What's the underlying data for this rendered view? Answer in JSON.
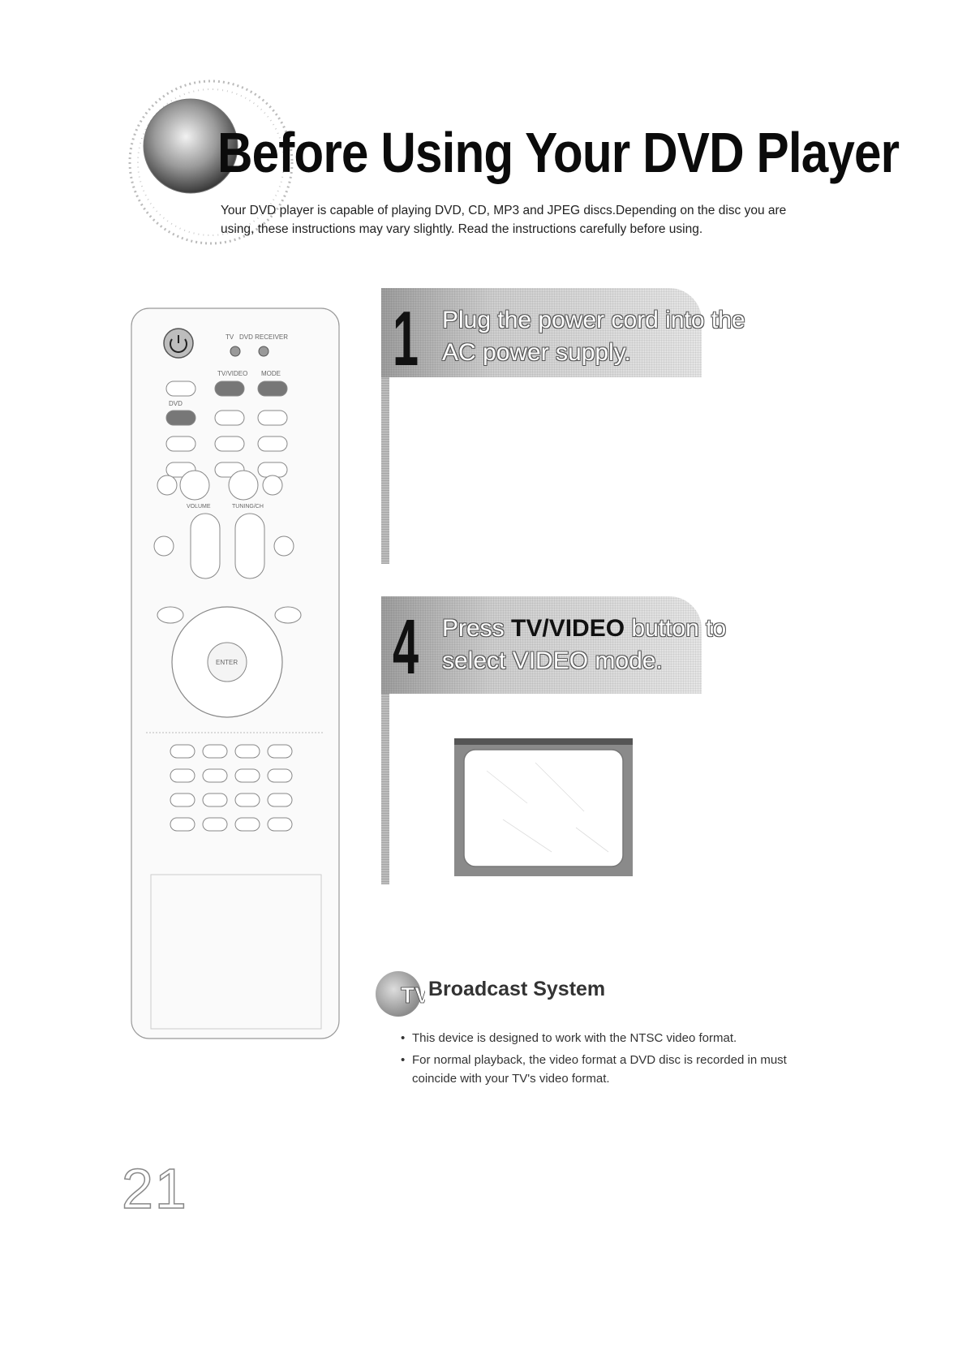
{
  "header": {
    "title": "Before Using Your DVD Player",
    "intro": "Your DVD player is capable of playing DVD, CD, MP3 and JPEG discs.Depending on the disc you are using, these instructions may vary slightly. Read the instructions carefully before using."
  },
  "remote": {
    "labels": {
      "tv": "TV",
      "dvd_receiver": "DVD RECEIVER",
      "tv_video": "TV/VIDEO",
      "mode": "MODE",
      "dvd": "DVD",
      "volume": "VOLUME",
      "tuning_ch": "TUNING/CH",
      "enter": "ENTER"
    }
  },
  "steps": [
    {
      "number": "1",
      "line1": "Plug the power cord into the",
      "line2": "AC power supply."
    },
    {
      "number": "4",
      "line1_pre": "Press ",
      "line1_bold": "TV/VIDEO",
      "line1_post": " button to",
      "line2": "select VIDEO mode."
    }
  ],
  "broadcast": {
    "badge": "TV",
    "title": "Broadcast System",
    "bullets": [
      "This device is designed to work with the NTSC video format.",
      "For normal playback, the video format a DVD disc is recorded in must coincide with your TV's video format."
    ],
    "bullet_symbol": "•"
  },
  "page_number": "21"
}
